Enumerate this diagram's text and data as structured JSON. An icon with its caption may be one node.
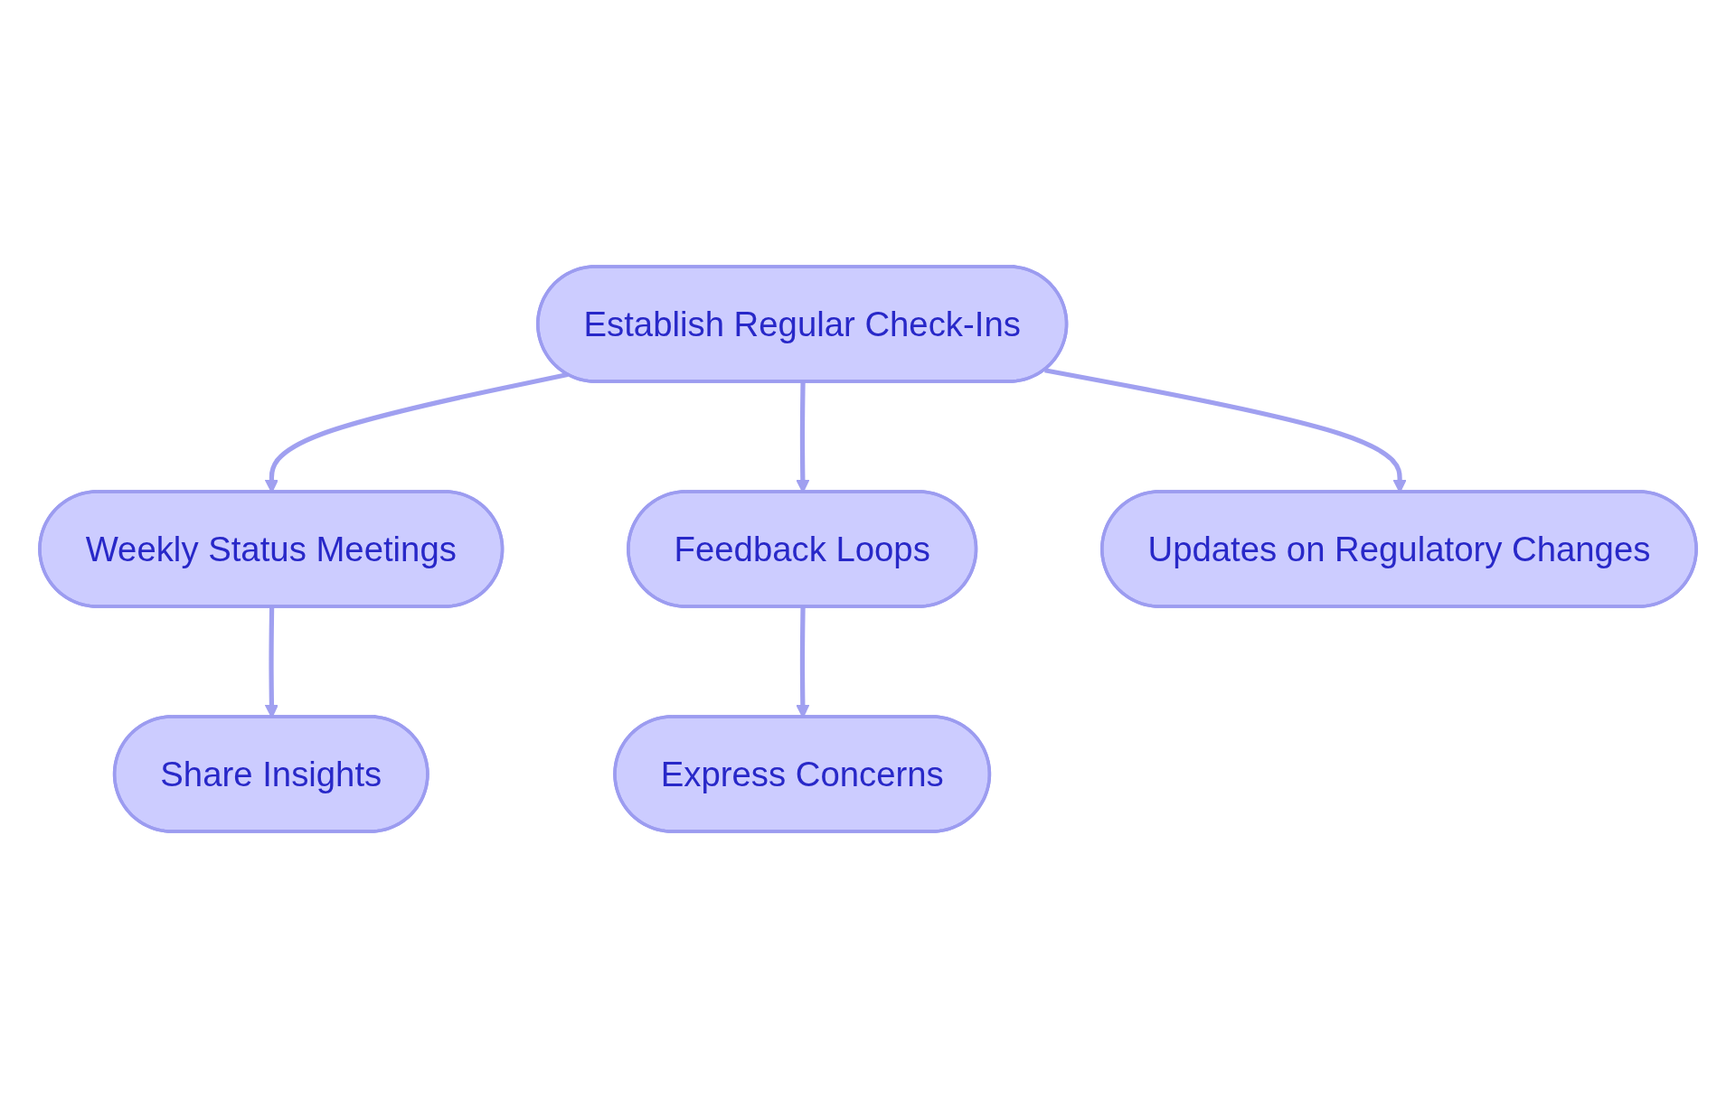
{
  "diagram": {
    "nodes": [
      {
        "text": [
          "Establish Regular Check-Ins"
        ]
      },
      {
        "text": [
          "Weekly Status Meetings"
        ]
      },
      {
        "text": [
          "Feedback Loops"
        ]
      },
      {
        "text": [
          "Updates on Regulatory Changes"
        ]
      },
      {
        "text": [
          "Share Insights"
        ]
      },
      {
        "text": [
          "Express Concerns"
        ]
      }
    ],
    "edges": [
      {
        "from": 0,
        "to": 1,
        "arrow": "to"
      },
      {
        "from": 0,
        "to": 2,
        "arrow": "to"
      },
      {
        "from": 0,
        "to": 3,
        "arrow": "to"
      },
      {
        "from": 1,
        "to": 4,
        "arrow": "to"
      },
      {
        "from": 2,
        "to": 5,
        "arrow": "to"
      }
    ]
  }
}
